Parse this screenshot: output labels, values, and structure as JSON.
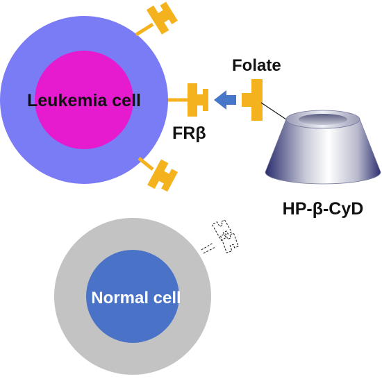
{
  "labels": {
    "leukemia_cell": "Leukemia cell",
    "normal_cell": "Normal cell",
    "receptor": "FRβ",
    "folate": "Folate",
    "cyclodextrin": "HP-β-CyD"
  },
  "colors": {
    "leukemia_outer": "#7a7cf5",
    "leukemia_nucleus": "#e61bcf",
    "normal_outer": "#c3c3c3",
    "normal_nucleus": "#4a73c8",
    "receptor": "#f5b21f",
    "arrow": "#4677c9",
    "label_dark": "#111111",
    "label_light": "#ffffff"
  }
}
